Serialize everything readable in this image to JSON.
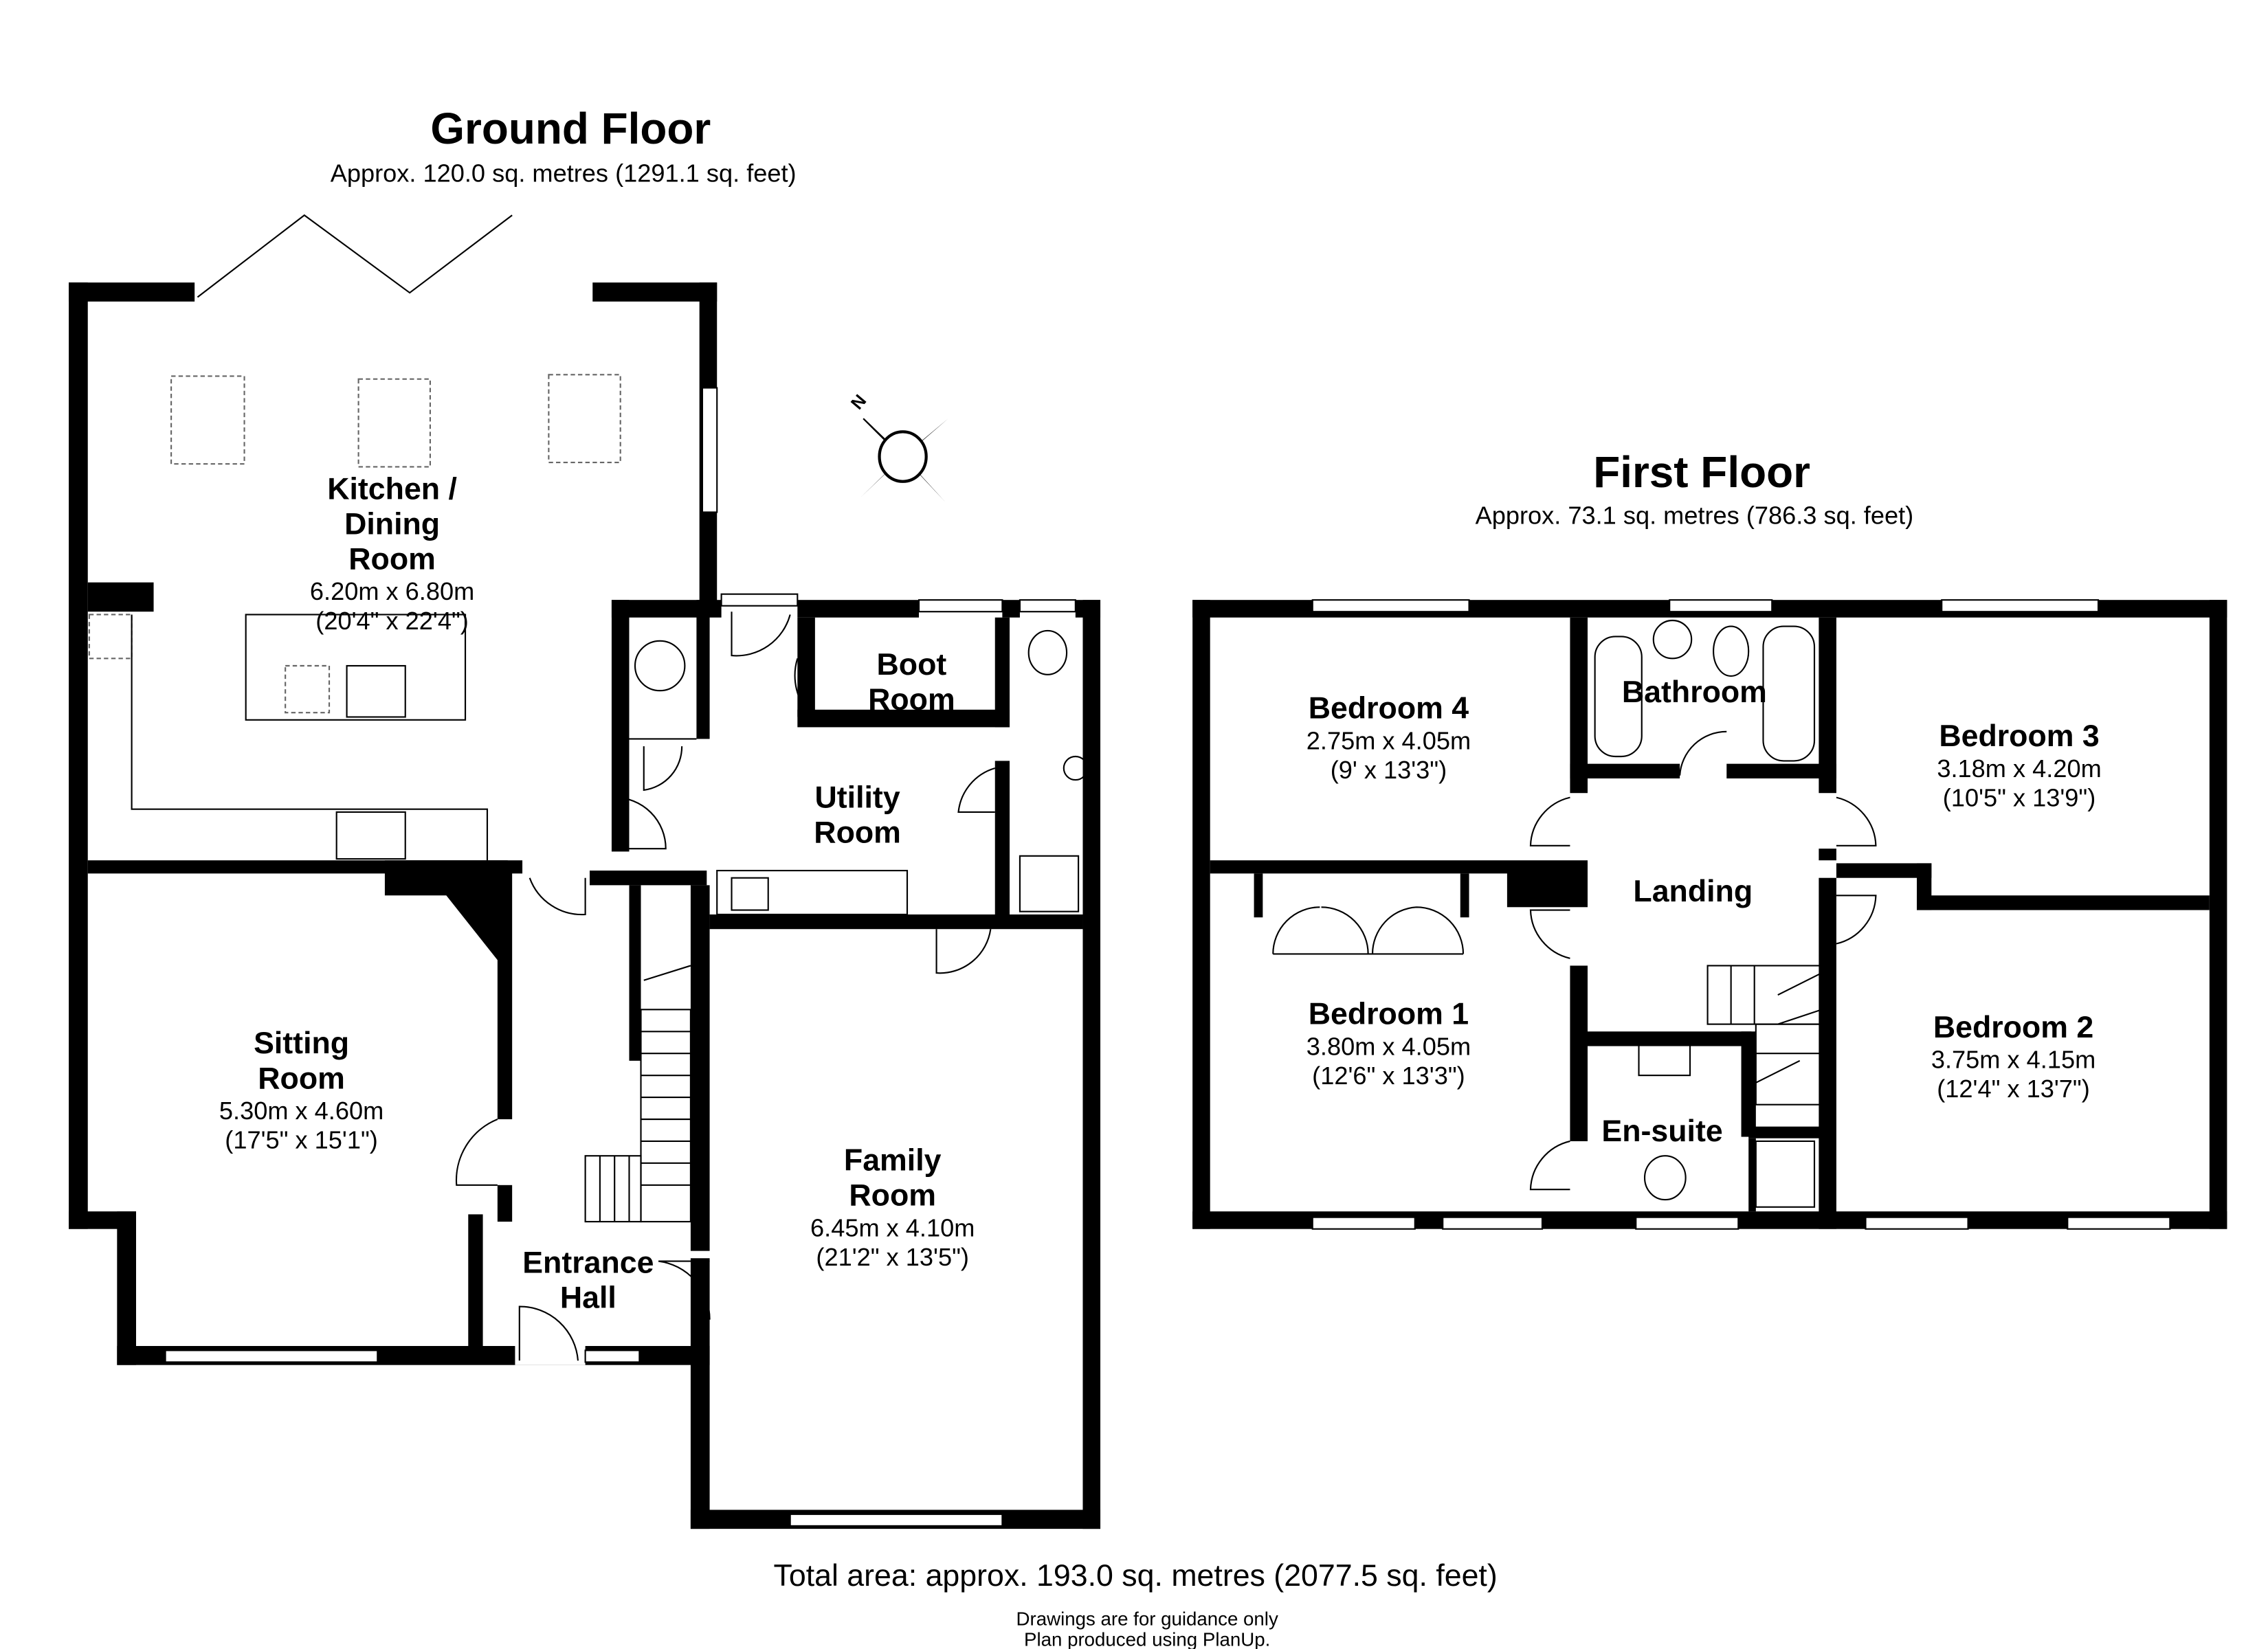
{
  "ground_floor": {
    "title": "Ground Floor",
    "area": "Approx. 120.0 sq. metres (1291.1 sq. feet)",
    "rooms": [
      {
        "name_lines": [
          "Kitchen /",
          "Dining",
          "Room"
        ],
        "metric": "6.20m x 6.80m",
        "imperial": "(20'4\" x 22'4\")"
      },
      {
        "name_lines": [
          "Boot",
          "Room"
        ]
      },
      {
        "name_lines": [
          "Utility",
          "Room"
        ]
      },
      {
        "name_lines": [
          "Sitting",
          "Room"
        ],
        "metric": "5.30m x 4.60m",
        "imperial": "(17'5\" x 15'1\")"
      },
      {
        "name_lines": [
          "Family",
          "Room"
        ],
        "metric": "6.45m x 4.10m",
        "imperial": "(21'2\" x 13'5\")"
      },
      {
        "name_lines": [
          "Entrance",
          "Hall"
        ]
      }
    ]
  },
  "first_floor": {
    "title": "First Floor",
    "area": "Approx. 73.1 sq. metres (786.3 sq. feet)",
    "rooms": [
      {
        "name": "Bedroom 4",
        "metric": "2.75m x 4.05m",
        "imperial": "(9' x 13'3\")"
      },
      {
        "name": "Bathroom"
      },
      {
        "name": "Bedroom 3",
        "metric": "3.18m x 4.20m",
        "imperial": "(10'5\" x 13'9\")"
      },
      {
        "name": "Landing"
      },
      {
        "name": "Bedroom 1",
        "metric": "3.80m x 4.05m",
        "imperial": "(12'6\" x 13'3\")"
      },
      {
        "name": "Bedroom 2",
        "metric": "3.75m x 4.15m",
        "imperial": "(12'4\" x 13'7\")"
      },
      {
        "name": "En-suite"
      }
    ]
  },
  "compass": {
    "label": "N",
    "icon": "compass-rose-icon"
  },
  "footer": {
    "total": "Total area: approx. 193.0 sq. metres (2077.5 sq. feet)",
    "note1": "Drawings are for guidance only",
    "note2": "Plan produced using PlanUp."
  }
}
